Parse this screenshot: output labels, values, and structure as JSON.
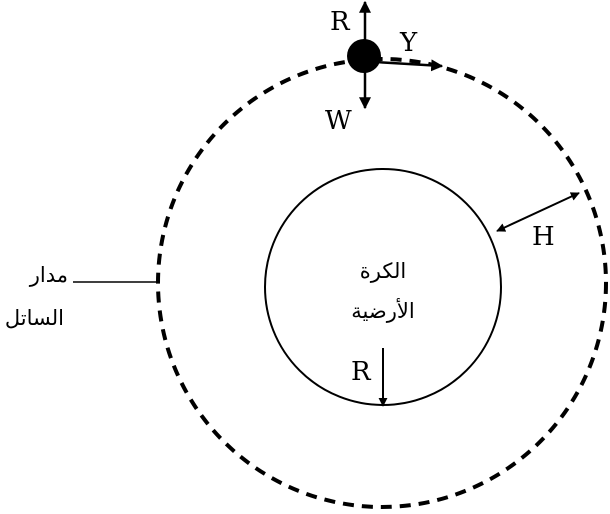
{
  "diagram": {
    "earth_label_line1": "الكرة",
    "earth_label_line2": "الأرضية",
    "earth_radius_label": "R",
    "altitude_label": "H",
    "orbit_label_line1": "مدار",
    "orbit_label_line2": "الساتل",
    "force_up_label": "R",
    "force_down_label": "W",
    "velocity_label": "Y"
  }
}
